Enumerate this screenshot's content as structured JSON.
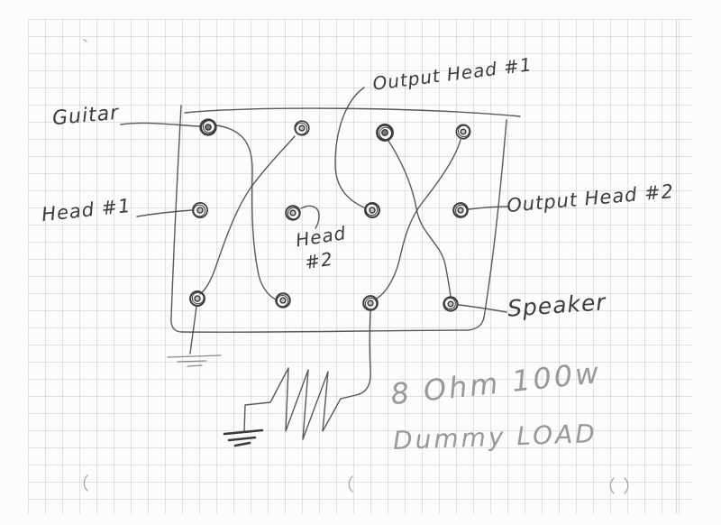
{
  "labels": {
    "guitar": "Guitar",
    "head_1": "Head #1",
    "head_2_line1": "Head",
    "head_2_line2": "#2",
    "output_head_1": "Output Head #1",
    "output_head_2": "Output Head #2",
    "speaker": "Speaker",
    "dummy_load_line1": "8 Ohm 100w",
    "dummy_load_line2": "Dummy LOAD"
  },
  "colors": {
    "paper": "#fcfcfb",
    "grid_line": "#a9bac1",
    "pencil_dark": "#3d3d3d",
    "pencil_light_text": "#999999"
  },
  "diagram": {
    "type": "hand-drawn wiring sketch",
    "panel": {
      "jack_rows": 3,
      "jack_columns": 4,
      "labeled_jacks": {
        "guitar": "row1-col1",
        "head_1": "row2-col1",
        "head_2": "row2-col2",
        "output_head_1": "row2-col3",
        "output_head_2": "row2-col4",
        "speaker": "row3-col4"
      },
      "wire_connections": [
        {
          "from": "row1-col1",
          "to": "row3-col2"
        },
        {
          "from": "row1-col2",
          "to": "row3-col1"
        },
        {
          "from": "row1-col3",
          "to": "row3-col4"
        },
        {
          "from": "row1-col4",
          "to": "row3-col3"
        }
      ]
    },
    "symbols": [
      "ground-symbol under row3-col1 jack",
      "resistor-symbol (dummy load) fed from row3-col3 jack",
      "ground-symbol at resistor left end"
    ]
  }
}
